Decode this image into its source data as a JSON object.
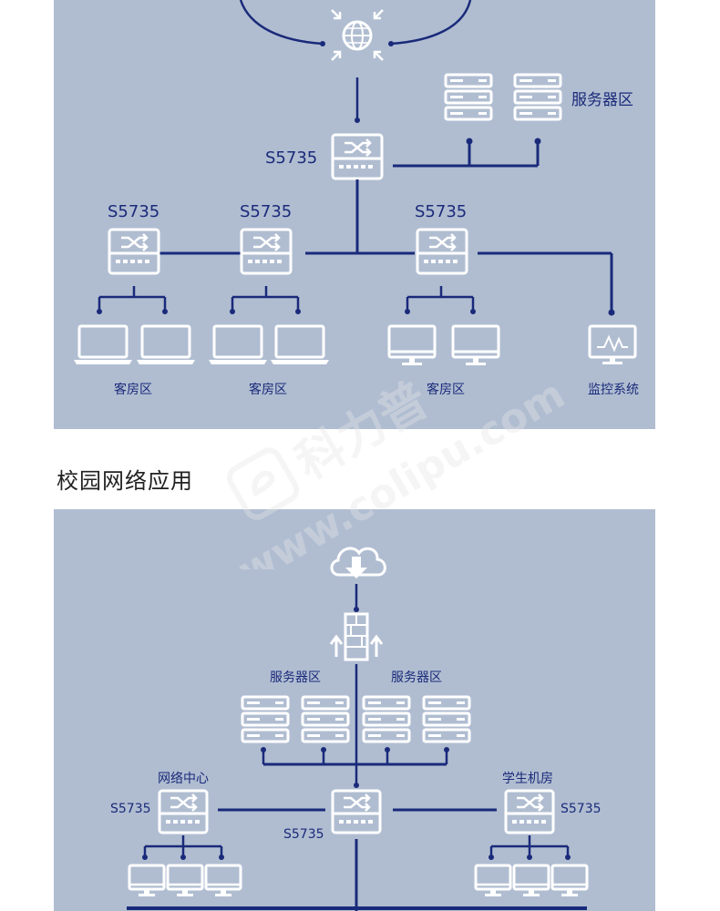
{
  "top_diagram": {
    "core_switch_label": "S5735",
    "server_zone_label": "服务器区",
    "access_switch_labels": [
      "S5735",
      "S5735",
      "S5735"
    ],
    "guest_zone_labels": [
      "客房区",
      "客房区",
      "客房区"
    ],
    "monitor_label": "监控系统"
  },
  "section_title": "校园网络应用",
  "bottom_diagram": {
    "server_zone_left": "服务器区",
    "server_zone_right": "服务器区",
    "network_center_label": "网络中心",
    "student_lab_label": "学生机房",
    "left_switch_label": "S5735",
    "core_switch_label": "S5735",
    "right_switch_label": "S5735"
  },
  "watermark": {
    "brand_cn": "科力普",
    "url": "www.colipu.com"
  },
  "colors": {
    "panel_bg": "#b0bdd1",
    "line": "#1a2a7a",
    "icon": "#ffffff"
  }
}
